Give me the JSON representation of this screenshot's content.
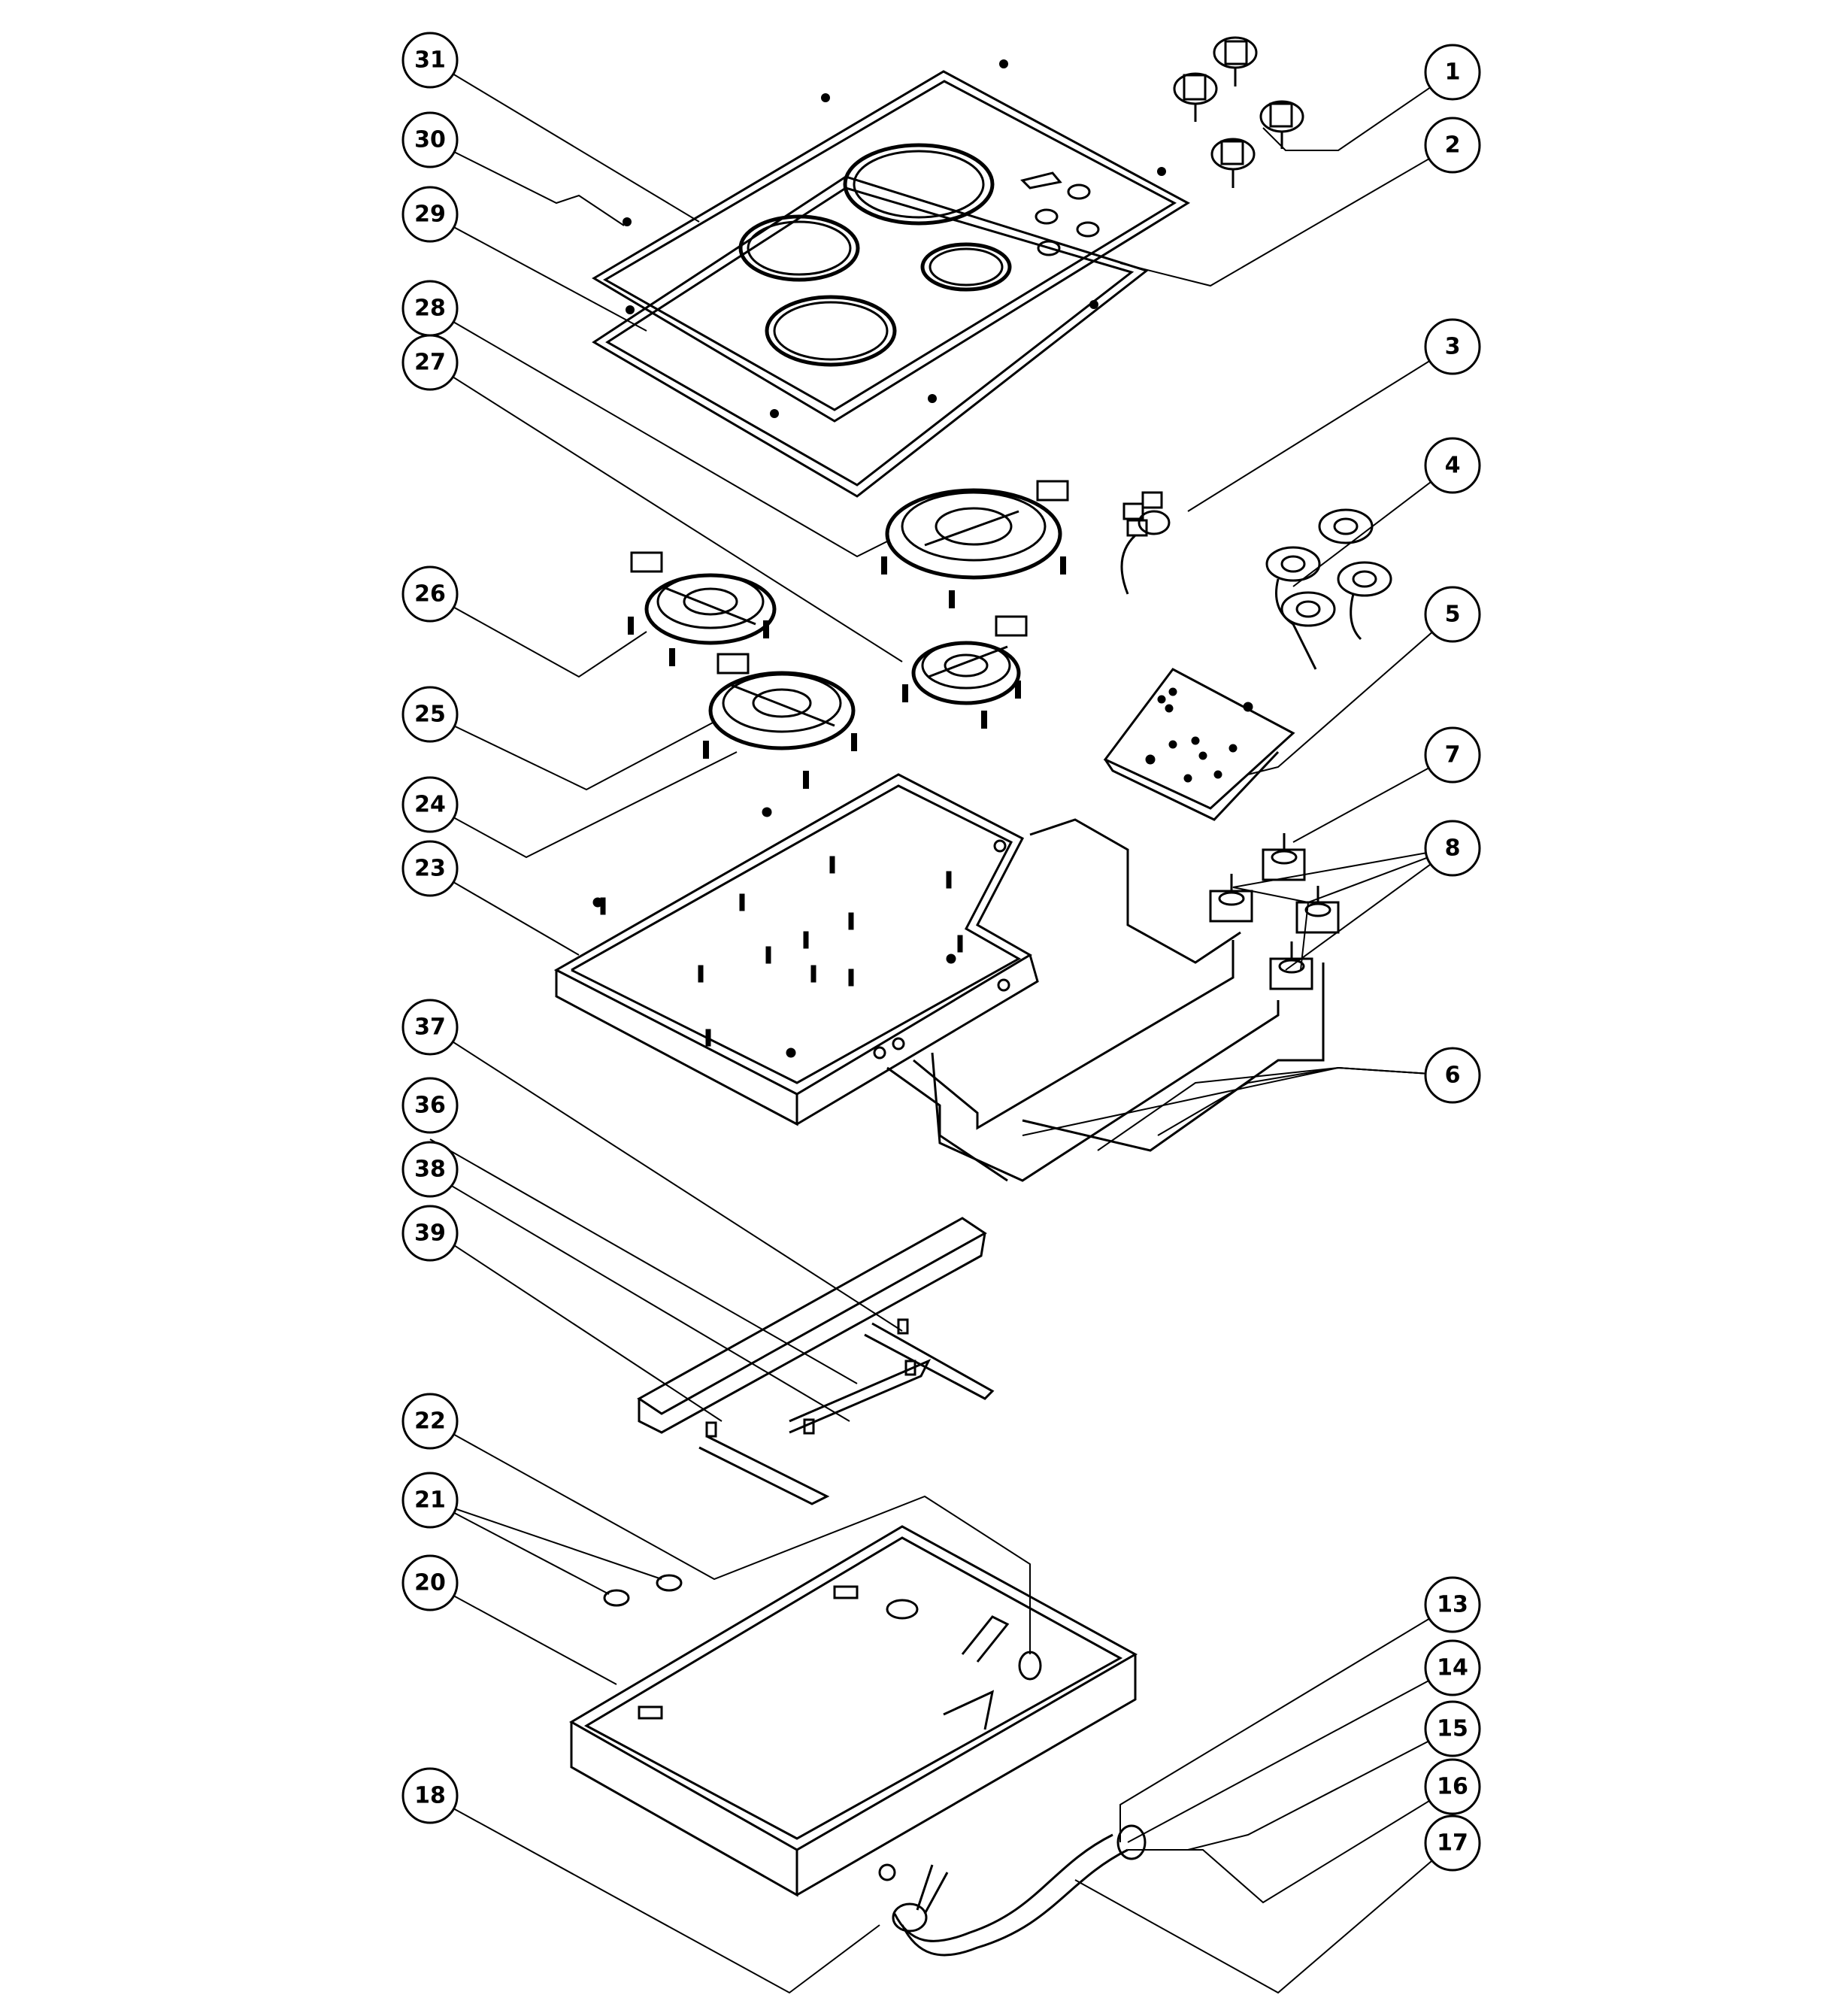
{
  "labels": [
    {
      "num": "1",
      "name": "callout-1"
    },
    {
      "num": "2",
      "name": "callout-2"
    },
    {
      "num": "3",
      "name": "callout-3"
    },
    {
      "num": "4",
      "name": "callout-4"
    },
    {
      "num": "5",
      "name": "callout-5"
    },
    {
      "num": "6",
      "name": "callout-6"
    },
    {
      "num": "7",
      "name": "callout-7"
    },
    {
      "num": "8",
      "name": "callout-8"
    },
    {
      "num": "13",
      "name": "callout-13"
    },
    {
      "num": "14",
      "name": "callout-14"
    },
    {
      "num": "15",
      "name": "callout-15"
    },
    {
      "num": "16",
      "name": "callout-16"
    },
    {
      "num": "17",
      "name": "callout-17"
    },
    {
      "num": "18",
      "name": "callout-18"
    },
    {
      "num": "20",
      "name": "callout-20"
    },
    {
      "num": "21",
      "name": "callout-21"
    },
    {
      "num": "22",
      "name": "callout-22"
    },
    {
      "num": "23",
      "name": "callout-23"
    },
    {
      "num": "24",
      "name": "callout-24"
    },
    {
      "num": "25",
      "name": "callout-25"
    },
    {
      "num": "26",
      "name": "callout-26"
    },
    {
      "num": "27",
      "name": "callout-27"
    },
    {
      "num": "28",
      "name": "callout-28"
    },
    {
      "num": "29",
      "name": "callout-29"
    },
    {
      "num": "30",
      "name": "callout-30"
    },
    {
      "num": "31",
      "name": "callout-31"
    },
    {
      "num": "36",
      "name": "callout-36"
    },
    {
      "num": "37",
      "name": "callout-37"
    },
    {
      "num": "38",
      "name": "callout-38"
    },
    {
      "num": "39",
      "name": "callout-39"
    }
  ]
}
